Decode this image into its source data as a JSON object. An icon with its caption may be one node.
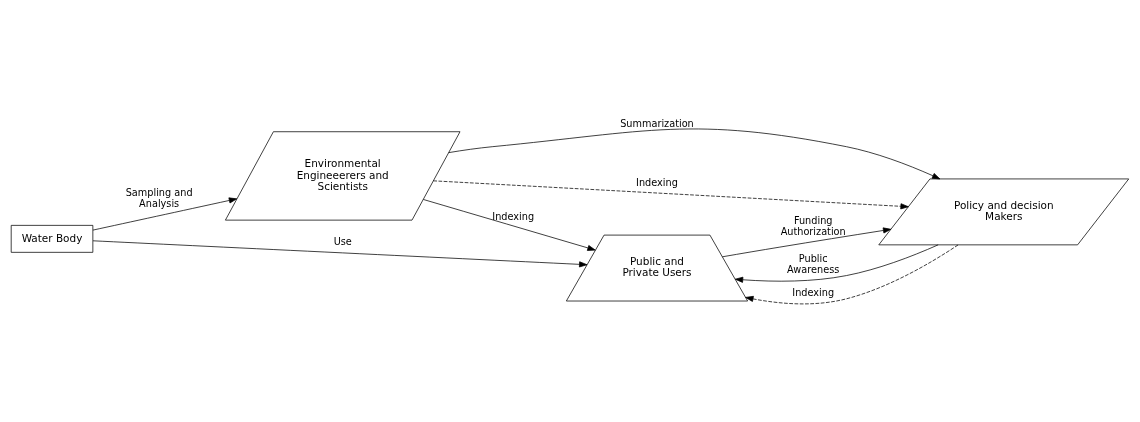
{
  "diagram": {
    "nodes": [
      {
        "text": [
          "Water Body"
        ]
      },
      {
        "text": [
          "Environmental Engineeerers and Scientists"
        ]
      },
      {
        "text": [
          "Public and Private Users"
        ]
      },
      {
        "text": [
          "Policy and decision Makers"
        ]
      }
    ],
    "edges": [
      {
        "from": 0,
        "to": 1,
        "arrow": "to",
        "label": "Sampling and Analysis"
      },
      {
        "from": 0,
        "to": 2,
        "arrow": "to",
        "label": "Use"
      },
      {
        "from": 1,
        "to": 2,
        "arrow": "to",
        "label": "Indexing"
      },
      {
        "from": 1,
        "to": 3,
        "arrow": "to",
        "label": "Summarization"
      },
      {
        "from": 1,
        "to": 3,
        "arrow": "to",
        "label": "Indexing",
        "style": "dashed"
      },
      {
        "from": 2,
        "to": 3,
        "arrow": "to",
        "label": "Funding Authorization"
      },
      {
        "from": 3,
        "to": 2,
        "arrow": "to",
        "label": "Public Awareness"
      },
      {
        "from": 3,
        "to": 2,
        "arrow": "to",
        "label": "Indexing",
        "style": "dashed"
      }
    ]
  }
}
